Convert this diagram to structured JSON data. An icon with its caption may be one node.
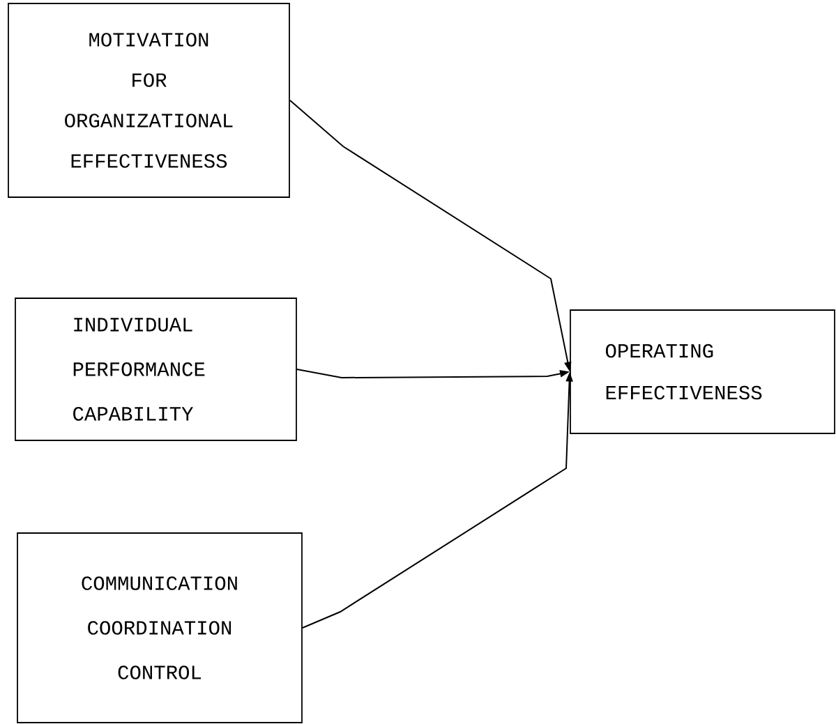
{
  "diagram": {
    "nodes": [
      {
        "text": [
          "MOTIVATION",
          "FOR",
          "ORGANIZATIONAL EFFECTIVENESS"
        ]
      },
      {
        "text": [
          "INDIVIDUAL PERFORMANCE CAPABILITY"
        ]
      },
      {
        "text": [
          "COMMUNICATION",
          "COORDINATION",
          "CONTROL"
        ]
      },
      {
        "text": [
          "OPERATING EFFECTIVENESS"
        ]
      }
    ],
    "edges": [
      {
        "from": 0,
        "to": 3,
        "arrow": "to"
      },
      {
        "from": 1,
        "to": 3,
        "arrow": "to"
      },
      {
        "from": 2,
        "to": 3,
        "arrow": "to"
      }
    ]
  }
}
